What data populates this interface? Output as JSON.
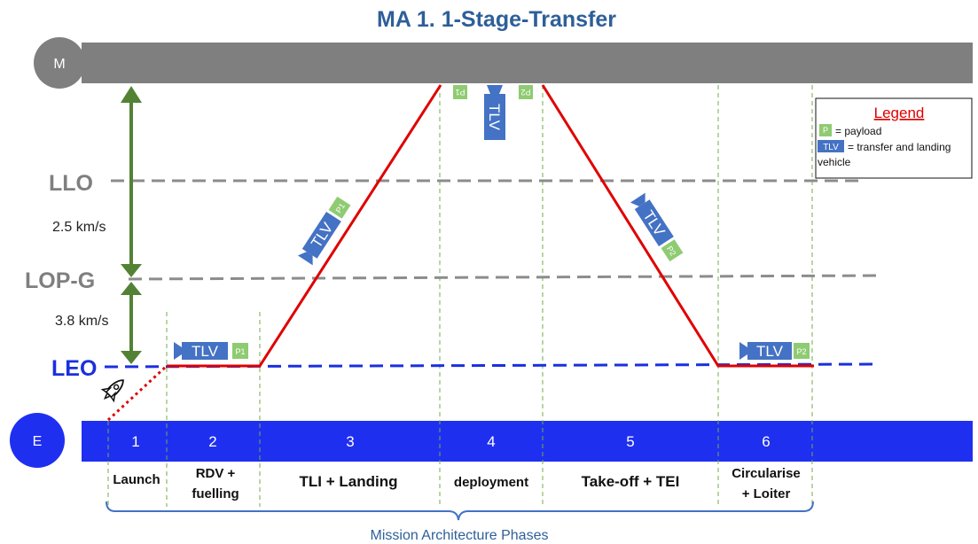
{
  "title": "MA 1. 1-Stage-Transfer",
  "bodies": {
    "moon": "M",
    "earth": "E"
  },
  "orbits": {
    "llo": "LLO",
    "lopg": "LOP-G",
    "leo": "LEO"
  },
  "delta_v": {
    "upper": "2.5 km/s",
    "lower": "3.8 km/s"
  },
  "phases": [
    {
      "num": "1",
      "name": [
        "Launch"
      ]
    },
    {
      "num": "2",
      "name": [
        "RDV +",
        "fuelling"
      ]
    },
    {
      "num": "3",
      "name": [
        "TLI + Landing"
      ]
    },
    {
      "num": "4",
      "name": [
        "deployment"
      ]
    },
    {
      "num": "5",
      "name": [
        "Take-off + TEI"
      ]
    },
    {
      "num": "6",
      "name": [
        "Circularise",
        "+ Loiter"
      ]
    }
  ],
  "footer": "Mission Architecture Phases",
  "vehicle": {
    "label": "TLV",
    "payload1": "P1",
    "payload2": "P2",
    "payload_prefix": "P"
  },
  "legend": {
    "title": "Legend",
    "payload_text": "= payload",
    "tlv_label": "TLV",
    "tlv_text_1": "= transfer and landing",
    "tlv_text_2": "vehicle"
  },
  "colors": {
    "title": "#2e5f99",
    "moon_band": "#7f7f7f",
    "earth_band": "#1f2ff0",
    "vehicle": "#4472c4",
    "payload": "#8fcb72",
    "trajectory": "#e00000",
    "delta_v_arrow": "#548235",
    "leo_line": "#1a2fe0",
    "orbit_line": "#8c8c8c",
    "phase_divider": "#70ad47"
  }
}
